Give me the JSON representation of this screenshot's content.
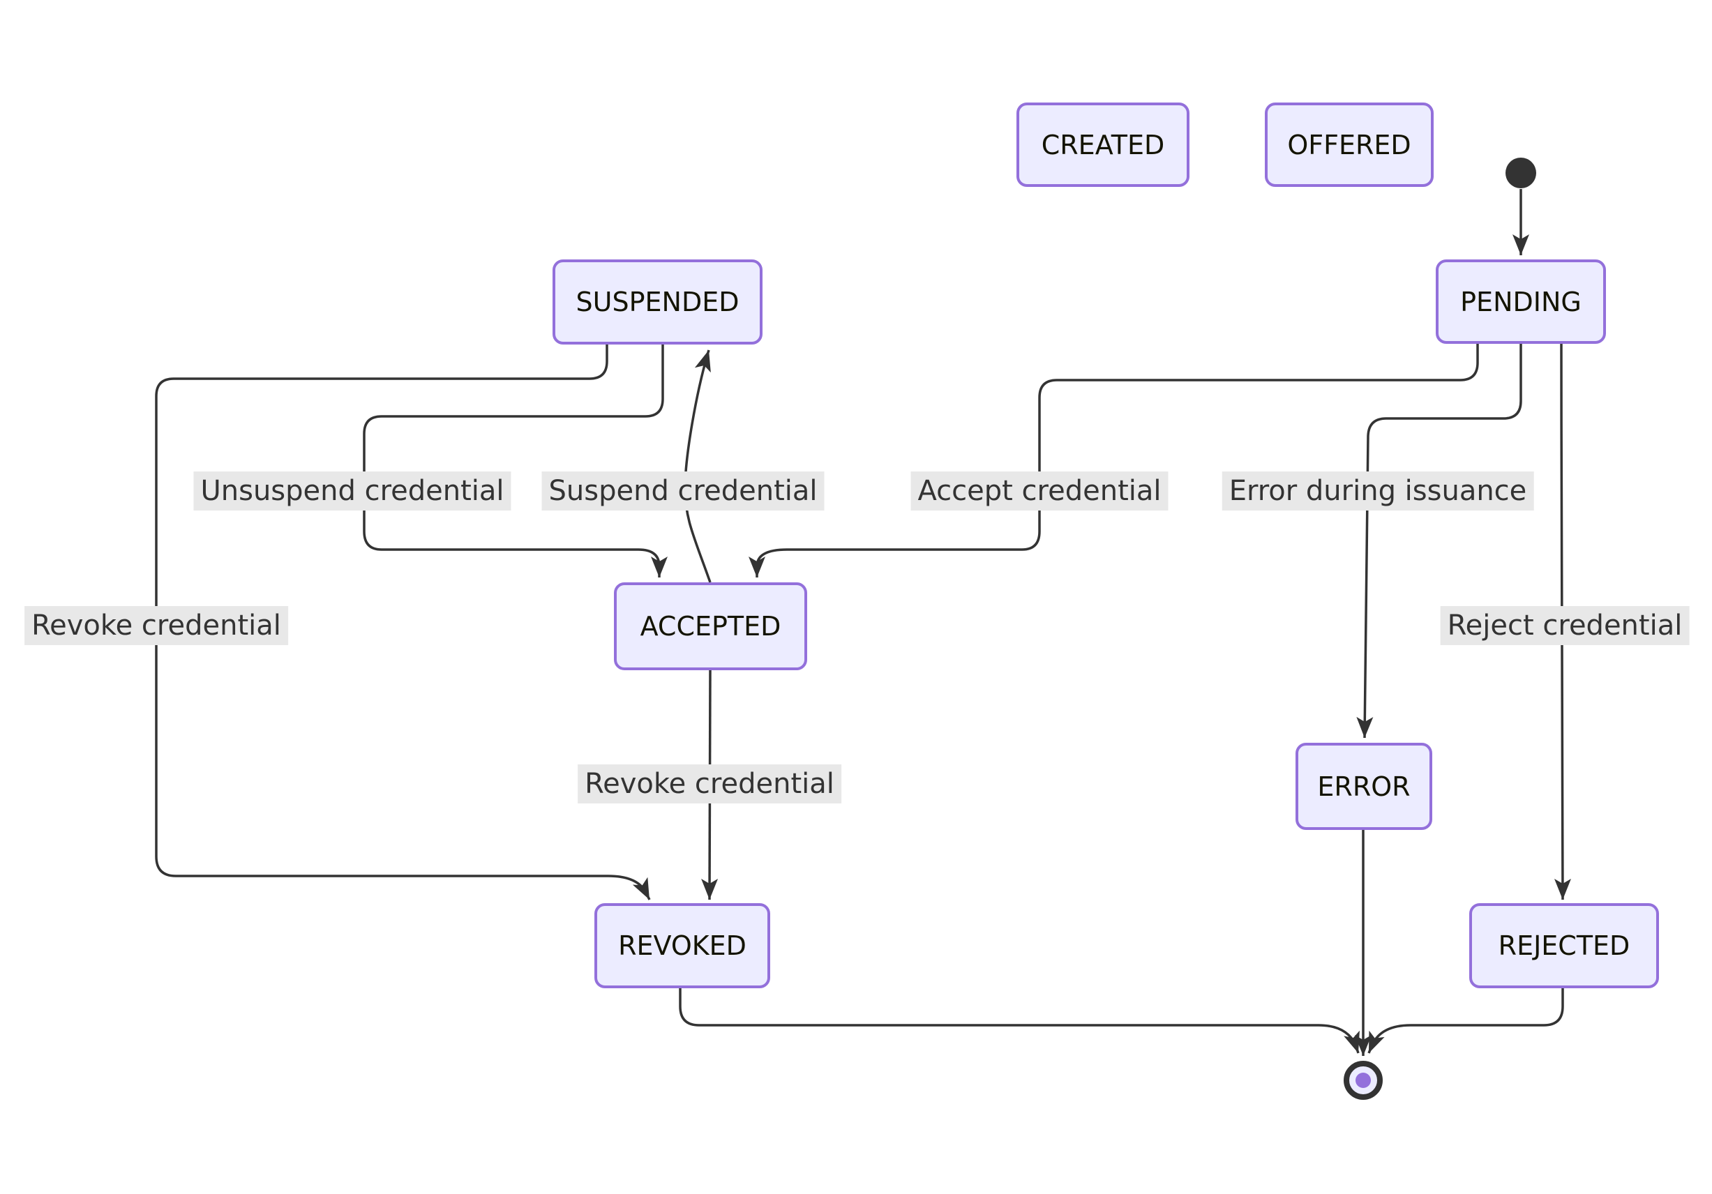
{
  "diagram": {
    "type": "state-diagram",
    "states": [
      {
        "id": "created",
        "label": "CREATED"
      },
      {
        "id": "offered",
        "label": "OFFERED"
      },
      {
        "id": "pending",
        "label": "PENDING"
      },
      {
        "id": "suspended",
        "label": "SUSPENDED"
      },
      {
        "id": "accepted",
        "label": "ACCEPTED"
      },
      {
        "id": "error",
        "label": "ERROR"
      },
      {
        "id": "revoked",
        "label": "REVOKED"
      },
      {
        "id": "rejected",
        "label": "REJECTED"
      }
    ],
    "transitions": [
      {
        "from": "[*]",
        "to": "PENDING",
        "label": ""
      },
      {
        "from": "PENDING",
        "to": "ACCEPTED",
        "label": "Accept credential"
      },
      {
        "from": "PENDING",
        "to": "ERROR",
        "label": "Error during issuance"
      },
      {
        "from": "PENDING",
        "to": "REJECTED",
        "label": "Reject credential"
      },
      {
        "from": "SUSPENDED",
        "to": "ACCEPTED",
        "label": "Unsuspend credential"
      },
      {
        "from": "ACCEPTED",
        "to": "SUSPENDED",
        "label": "Suspend credential"
      },
      {
        "from": "SUSPENDED",
        "to": "REVOKED",
        "label": "Revoke credential"
      },
      {
        "from": "ACCEPTED",
        "to": "REVOKED",
        "label": "Revoke credential"
      },
      {
        "from": "REVOKED",
        "to": "[*]",
        "label": ""
      },
      {
        "from": "ERROR",
        "to": "[*]",
        "label": ""
      },
      {
        "from": "REJECTED",
        "to": "[*]",
        "label": ""
      }
    ],
    "markers": {
      "initial_state": "filled-dot",
      "final_state": "ring-with-dot"
    },
    "colors": {
      "state_fill": "#ECECFF",
      "state_border": "#9370DB",
      "state_text": "#131300",
      "edge_stroke": "#333333",
      "edge_label_bg": "#e8e8e8",
      "edge_label_text": "#333333",
      "start_dot": "#333333",
      "final_ring": "#333333",
      "final_core": "#9370DB",
      "background": "#ffffff"
    }
  }
}
